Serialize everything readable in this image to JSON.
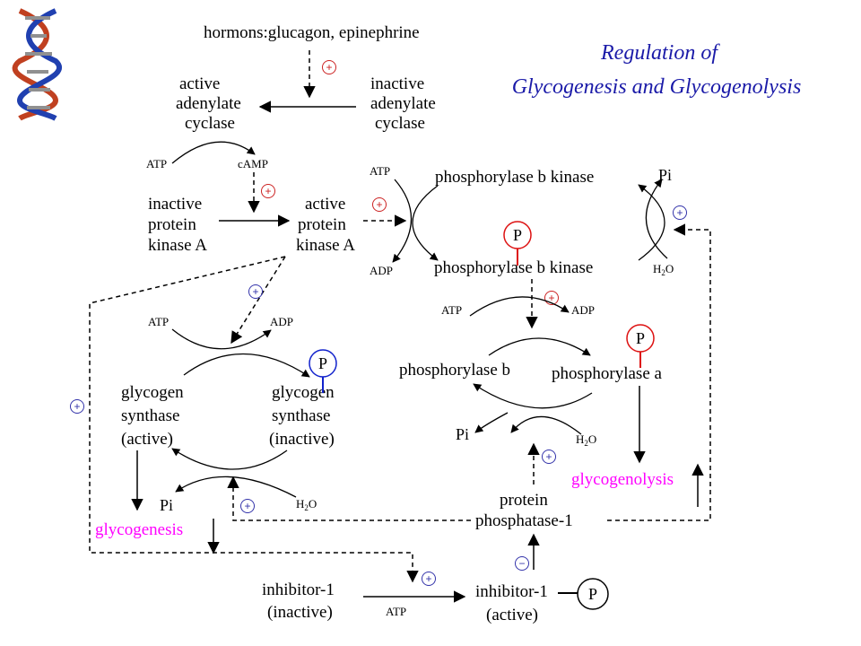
{
  "title": {
    "line1": "Regulation of",
    "line2": "Glycogenesis and  Glycogenolysis"
  },
  "labels": {
    "hormones": "hormons:glucagon, epinephrine",
    "active": "active",
    "inactive": "inactive",
    "adenylate": "adenylate",
    "cyclase": "cyclase",
    "protein": "protein",
    "kinase_a": "kinase A",
    "atp": "ATP",
    "adp": "ADP",
    "camp": "cAMP",
    "pi": "Pi",
    "h2o_h": "H",
    "h2o_2": "2",
    "h2o_o": "O",
    "phos_b_kinase": "phosphorylase b kinase",
    "phosphorylase_b": "phosphorylase b",
    "phosphorylase_a": "phosphorylase a",
    "glycogen": "glycogen",
    "synthase": "synthase",
    "active_paren": "(active)",
    "inactive_paren": "(inactive)",
    "glycogenesis": "glycogenesis",
    "glycogenolysis": "glycogenolysis",
    "protein_word": "protein",
    "phosphatase": "phosphatase-1",
    "inhibitor_1": "inhibitor-1",
    "p": "P"
  },
  "signs": {
    "plus": "+",
    "minus": "−"
  },
  "colors": {
    "title": "#1a1aa8",
    "activation_red": "#cc2222",
    "activation_blue": "#3333aa",
    "pathway_pink": "#ff00ff",
    "phosphate_red": "#dd1111",
    "phosphate_blue": "#1122cc"
  }
}
